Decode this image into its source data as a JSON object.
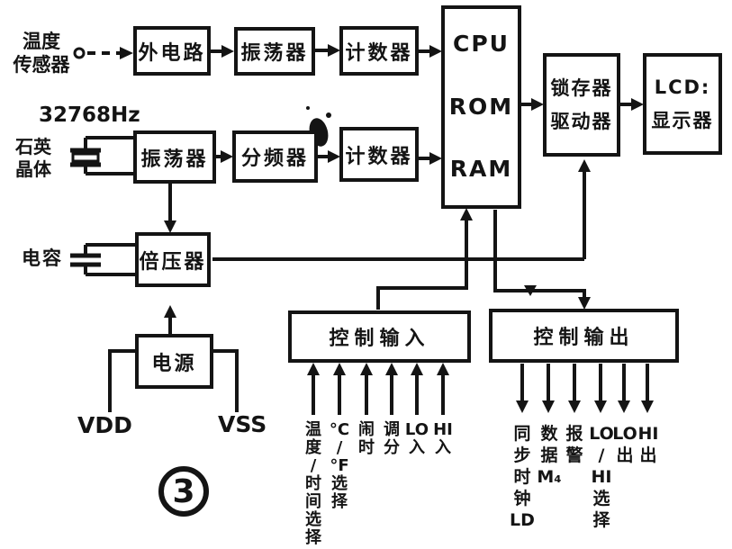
{
  "canvas": {
    "background": "#ffffff",
    "ink": "#141414"
  },
  "figure_number": "3",
  "blocks": {
    "ext_circuit": "外电路",
    "osc_top": "振荡器",
    "counter_top": "计数器",
    "cpu_lines": [
      "CPU",
      "ROM",
      "RAM"
    ],
    "osc_bottom": "振荡器",
    "divider": "分频器",
    "counter_bottom": "计数器",
    "latch_driver": [
      "锁存器",
      "驱动器"
    ],
    "lcd": [
      "LCD:",
      "显示器"
    ],
    "voltage_doubler": "倍压器",
    "power": "电源",
    "control_input": "控制输入",
    "control_output": "控制输出"
  },
  "labels": {
    "temp_sensor": [
      "温度",
      "传感器"
    ],
    "crystal_freq": "32768Hz",
    "quartz_crystal": [
      "石英",
      "晶体"
    ],
    "capacitor": "电容",
    "vdd": "VDD",
    "vss": "VSS"
  },
  "control_input_pins": [
    [
      "温",
      "度",
      "/",
      "时",
      "间",
      "选",
      "择"
    ],
    [
      "°C",
      "/",
      "°F",
      "选",
      "择"
    ],
    [
      "闹",
      "时"
    ],
    [
      "调",
      "分"
    ],
    [
      "LO",
      "入"
    ],
    [
      "HI",
      "入"
    ]
  ],
  "control_output_pins": [
    [
      "同",
      "步",
      "时",
      "钟",
      "LD"
    ],
    [
      "数",
      "据",
      "M₄"
    ],
    [
      "报",
      "警"
    ],
    [
      "LO",
      "/",
      "HI",
      "选",
      "择"
    ],
    [
      "LO",
      "出"
    ],
    [
      "HI",
      "出"
    ]
  ]
}
